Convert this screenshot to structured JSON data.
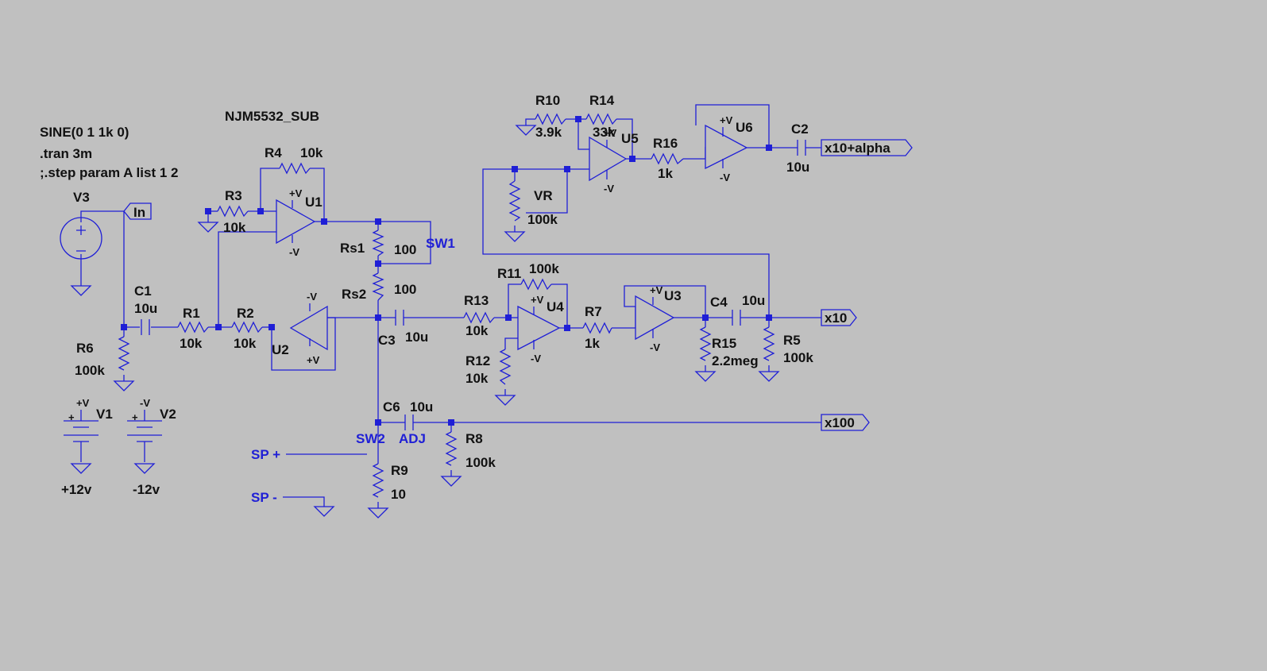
{
  "directives": {
    "sine": "SINE(0  1  1k 0)",
    "tran": ".tran 3m",
    "step": ";.step param A  list    1 2",
    "subckt": "NJM5532_SUB"
  },
  "sources": {
    "v3": "V3",
    "v1": "V1",
    "v2": "V2",
    "v1_val": "+12v",
    "v2_val": "-12v",
    "plus": "+",
    "minus": "-",
    "vplus": "+V",
    "vminus": "-V"
  },
  "resistors": {
    "r1": "R1",
    "r1v": "10k",
    "r2": "R2",
    "r2v": "10k",
    "r3": "R3",
    "r3v": "10k",
    "r4": "R4",
    "r4v": "10k",
    "r5": "R5",
    "r5v": "100k",
    "r6": "R6",
    "r6v": "100k",
    "r7": "R7",
    "r7v": "1k",
    "r8": "R8",
    "r8v": "100k",
    "r9": "R9",
    "r9v": "10",
    "r10": "R10",
    "r10v": "3.9k",
    "r11": "R11",
    "r11v": "100k",
    "r12": "R12",
    "r12v": "10k",
    "r13": "R13",
    "r13v": "10k",
    "r14": "R14",
    "r14v": "33k",
    "r15": "R15",
    "r15v": "2.2meg",
    "r16": "R16",
    "r16v": "1k",
    "rs1": "Rs1",
    "rs1v": "100",
    "rs2": "Rs2",
    "rs2v": "100",
    "vr": "VR",
    "vrv": "100k"
  },
  "capacitors": {
    "c1": "C1",
    "c1v": "10u",
    "c2": "C2",
    "c2v": "10u",
    "c3": "C3",
    "c3v": "10u",
    "c4": "C4",
    "c4v": "10u",
    "c6": "C6",
    "c6v": "10u"
  },
  "opamps": {
    "u1": "U1",
    "u2": "U2",
    "u3": "U3",
    "u4": "U4",
    "u5": "U5",
    "u6": "U6"
  },
  "nets": {
    "in": "In",
    "x10": "x10",
    "x100": "x100",
    "x10alpha": "x10+alpha",
    "sw1": "SW1",
    "sw2": "SW2",
    "adj": "ADJ",
    "spp": "SP +",
    "spm": "SP -"
  },
  "colors": {
    "background": "#c0c0c0",
    "wire": "#1f1fd6",
    "text": "#111111"
  }
}
